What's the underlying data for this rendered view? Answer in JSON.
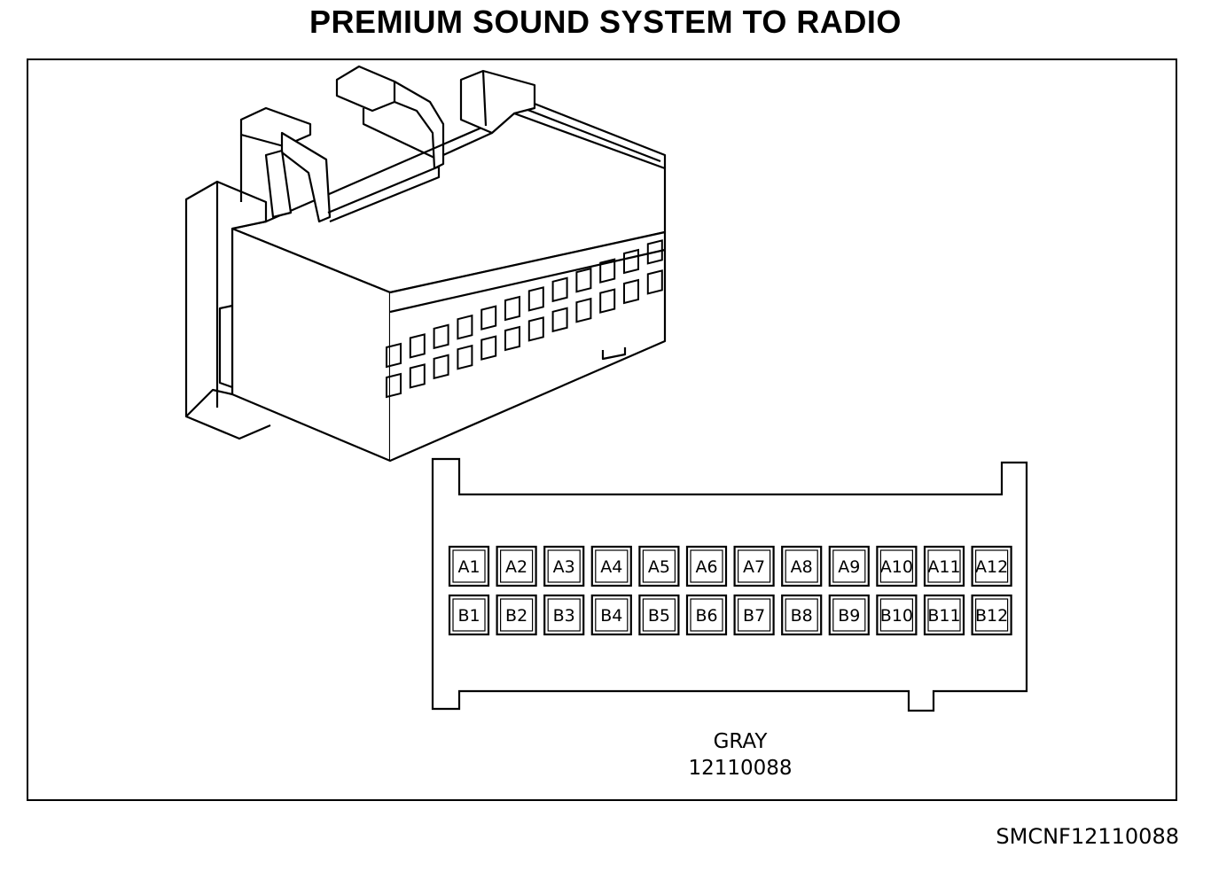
{
  "title": "PREMIUM SOUND SYSTEM TO RADIO",
  "connector": {
    "color": "GRAY",
    "part_number": "12110088",
    "row_a": [
      "A1",
      "A2",
      "A3",
      "A4",
      "A5",
      "A6",
      "A7",
      "A8",
      "A9",
      "A10",
      "A11",
      "A12"
    ],
    "row_b": [
      "B1",
      "B2",
      "B3",
      "B4",
      "B5",
      "B6",
      "B7",
      "B8",
      "B9",
      "B10",
      "B11",
      "B12"
    ]
  },
  "figure_code": "SMCNF12110088"
}
